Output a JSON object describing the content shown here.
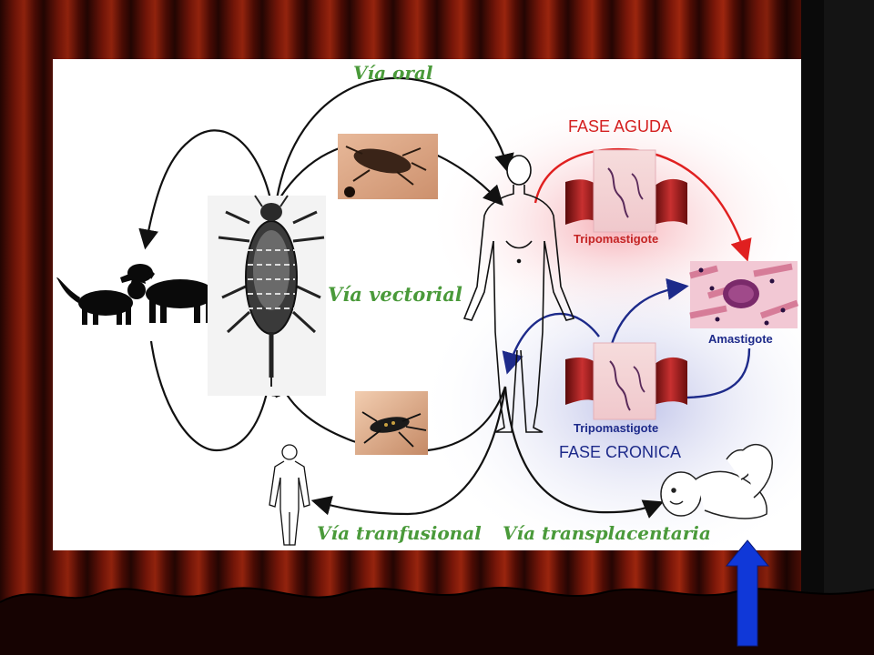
{
  "labels": {
    "via_oral": "Vía oral",
    "via_vectorial": "Vía vectorial",
    "via_tranfusional": "Vía tranfusional",
    "via_transplacentaria": "Vía transplacentaria",
    "fase_aguda": "FASE AGUDA",
    "fase_cronica": "FASE CRONICA",
    "tripomastigote_top": "Tripomastigote",
    "tripomastigote_bottom": "Tripomastigote",
    "amastigote": "Amastigote"
  },
  "colors": {
    "acute": "#e02020",
    "chronic": "#1d2a8a",
    "route_label": "#4a9a3a",
    "pointer_arrow": "#1038d8",
    "curtain": "#7a1408"
  },
  "icons": [
    "cat-icon",
    "dog-icon",
    "triatomine-bug-icon",
    "human-figure-icon",
    "baby-icon",
    "small-human-icon",
    "blood-vessel-icon",
    "up-arrow-icon"
  ]
}
